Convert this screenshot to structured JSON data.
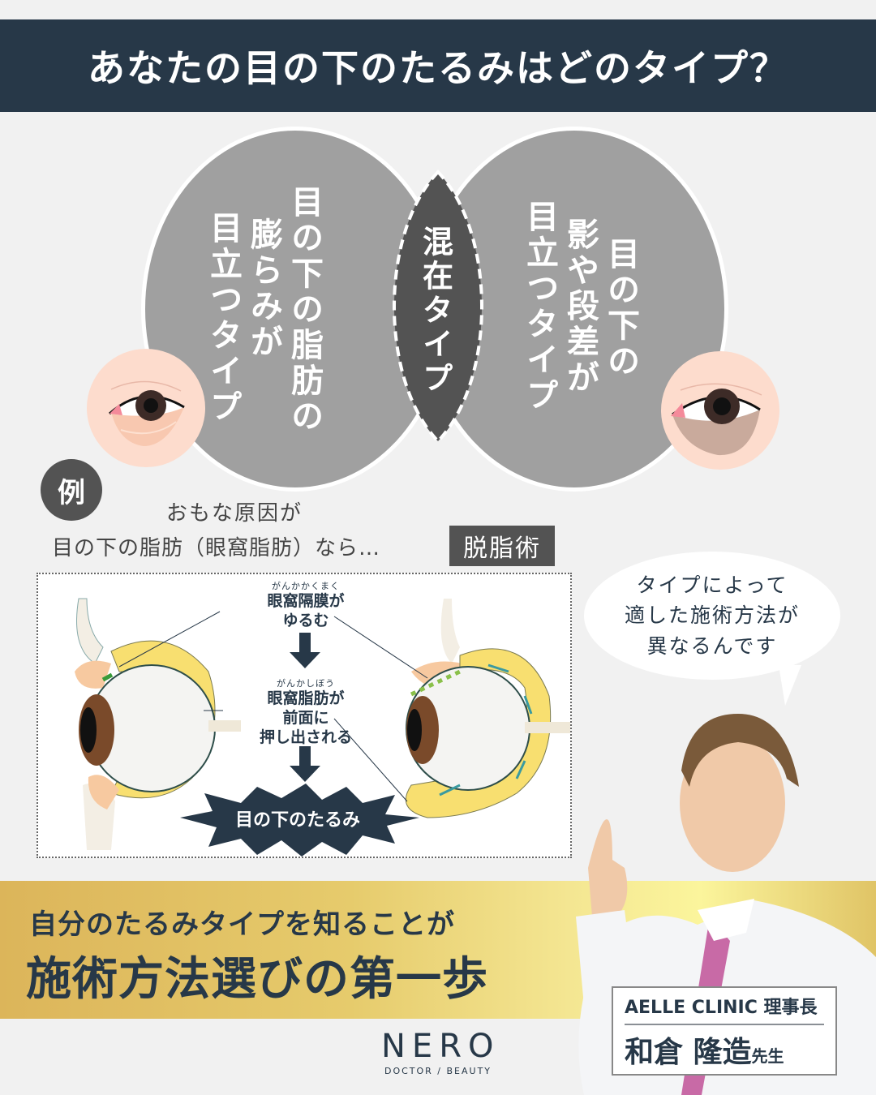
{
  "header": {
    "title": "あなたの目の下のたるみはどのタイプ？",
    "bg_color": "#273848"
  },
  "venn": {
    "left": {
      "lines": [
        "目の下の脂肪の",
        "膨らみが",
        "目立つタイプ"
      ]
    },
    "center": {
      "label": "混在タイプ"
    },
    "right": {
      "lines": [
        "目の下の",
        "影や段差が",
        "目立つタイプ"
      ]
    },
    "circle_color": "#a0a0a0",
    "overlap_color": "#535353"
  },
  "example": {
    "badge": "例",
    "line1": "おもな原因が",
    "line2": "目の下の脂肪（眼窩脂肪）なら…",
    "surgery": "脱脂術"
  },
  "diagram": {
    "step1": {
      "ruby": "がんかかくまく",
      "text_lines": [
        "眼窩隔膜が",
        "ゆるむ"
      ]
    },
    "step2": {
      "ruby": "がんかしぼう",
      "text_lines": [
        "眼窩脂肪が",
        "前面に",
        "押し出される"
      ]
    },
    "result": "目の下のたるみ"
  },
  "speech_bubble": {
    "lines": [
      "タイプによって",
      "適した施術方法が",
      "異なるんです"
    ]
  },
  "banner": {
    "line1": "自分のたるみタイプを知ることが",
    "line2": "施術方法選びの第一歩"
  },
  "doctor_card": {
    "role": "AELLE CLINIC 理事長",
    "name": "和倉 隆造",
    "honorific": "先生"
  },
  "logo": {
    "brand": "NERO",
    "tagline": "DOCTOR / BEAUTY"
  }
}
